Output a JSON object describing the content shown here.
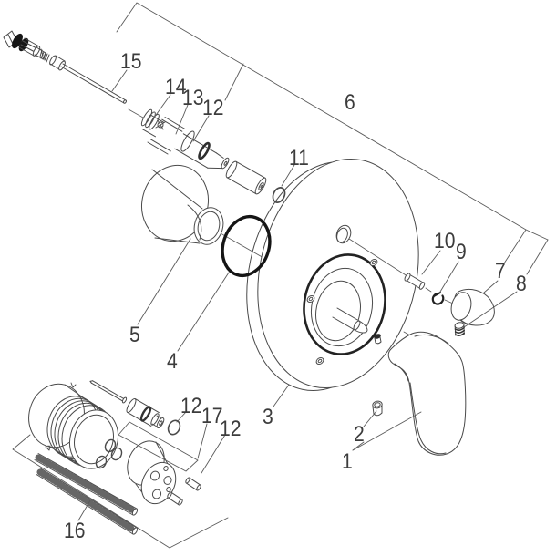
{
  "diagram": {
    "title": "Exploded parts diagram - concealed single lever bath/shower mixer",
    "background_color": "#ffffff",
    "line_color": "#4a4a4a",
    "dark_color": "#1a1a1a",
    "part_labels": [
      {
        "part": "15",
        "text": "15"
      },
      {
        "part": "14",
        "text": "14"
      },
      {
        "part": "13",
        "text": "13"
      },
      {
        "part": "12-top",
        "text": "12"
      },
      {
        "part": "6",
        "text": "6"
      },
      {
        "part": "11",
        "text": "11"
      },
      {
        "part": "10",
        "text": "10"
      },
      {
        "part": "9",
        "text": "9"
      },
      {
        "part": "7",
        "text": "7"
      },
      {
        "part": "8",
        "text": "8"
      },
      {
        "part": "5",
        "text": "5"
      },
      {
        "part": "4",
        "text": "4"
      },
      {
        "part": "3",
        "text": "3"
      },
      {
        "part": "2",
        "text": "2"
      },
      {
        "part": "1",
        "text": "1"
      },
      {
        "part": "12-mid",
        "text": "12"
      },
      {
        "part": "17",
        "text": "17"
      },
      {
        "part": "12-low",
        "text": "12"
      },
      {
        "part": "16",
        "text": "16"
      }
    ]
  }
}
